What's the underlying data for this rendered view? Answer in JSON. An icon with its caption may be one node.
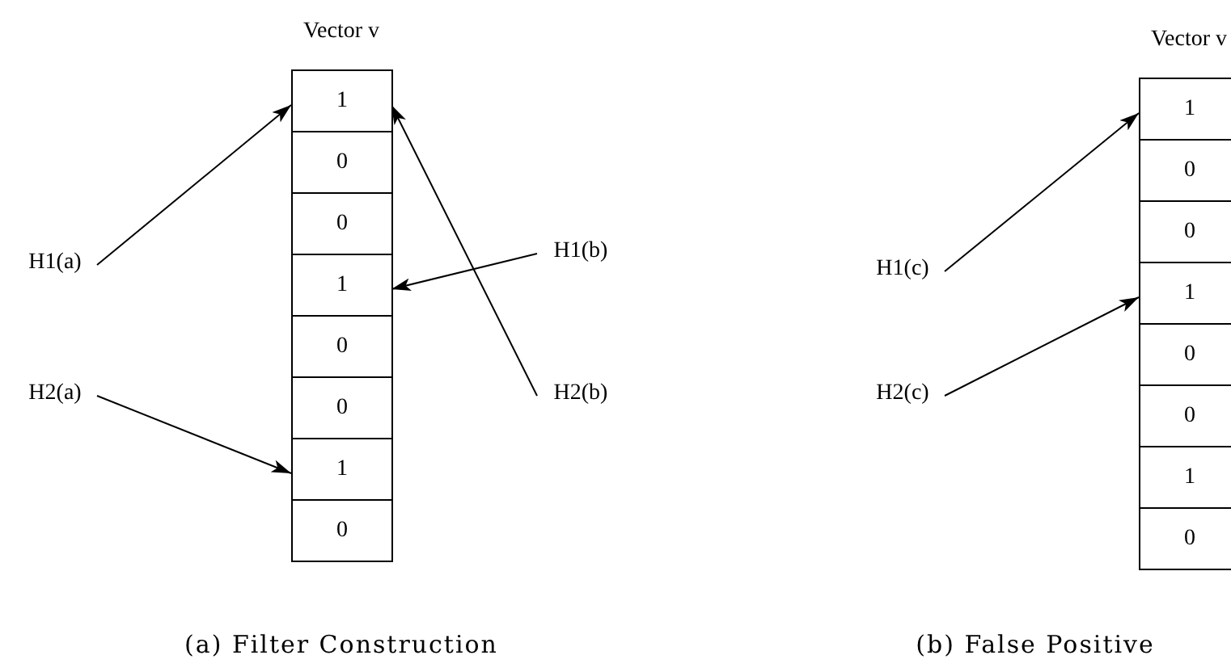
{
  "diagram": {
    "nodes": [
      {
        "text": [
          "Vector v"
        ]
      },
      {
        "text": [
          "1"
        ],
        "in": 0
      },
      {
        "text": [
          "0"
        ],
        "in": 0
      },
      {
        "text": [
          "0"
        ],
        "in": 0
      },
      {
        "text": [
          "1"
        ],
        "in": 0
      },
      {
        "text": [
          "0"
        ],
        "in": 0
      },
      {
        "text": [
          "0"
        ],
        "in": 0
      },
      {
        "text": [
          "1"
        ],
        "in": 0
      },
      {
        "text": [
          "0"
        ],
        "in": 0
      },
      {
        "text": [
          "H1(a)"
        ]
      },
      {
        "text": [
          "H1(b)"
        ]
      },
      {
        "text": [
          "H2(a)"
        ]
      },
      {
        "text": [
          "H2(b)"
        ]
      },
      {
        "text": [
          "Vector v"
        ]
      },
      {
        "text": [
          "1"
        ],
        "in": 13
      },
      {
        "text": [
          "0"
        ],
        "in": 13
      },
      {
        "text": [
          "0"
        ],
        "in": 13
      },
      {
        "text": [
          "1"
        ],
        "in": 13
      },
      {
        "text": [
          "0"
        ],
        "in": 13
      },
      {
        "text": [
          "0"
        ],
        "in": 13
      },
      {
        "text": [
          "1"
        ],
        "in": 13
      },
      {
        "text": [
          "0"
        ],
        "in": 13
      },
      {
        "text": [
          "H1(c)"
        ]
      },
      {
        "text": [
          "H2(c)"
        ]
      }
    ],
    "edges": [
      {
        "from": 9,
        "to": 1,
        "arrow": "to"
      },
      {
        "from": 11,
        "to": 7,
        "arrow": "to"
      },
      {
        "from": 10,
        "to": 4,
        "arrow": "to"
      },
      {
        "from": 12,
        "to": 1,
        "arrow": "to"
      },
      {
        "from": 22,
        "to": 14,
        "arrow": "to"
      },
      {
        "from": 23,
        "to": 17,
        "arrow": "to"
      }
    ],
    "labels": [
      "(a) Filter Construction",
      "(b) False Positive"
    ]
  }
}
